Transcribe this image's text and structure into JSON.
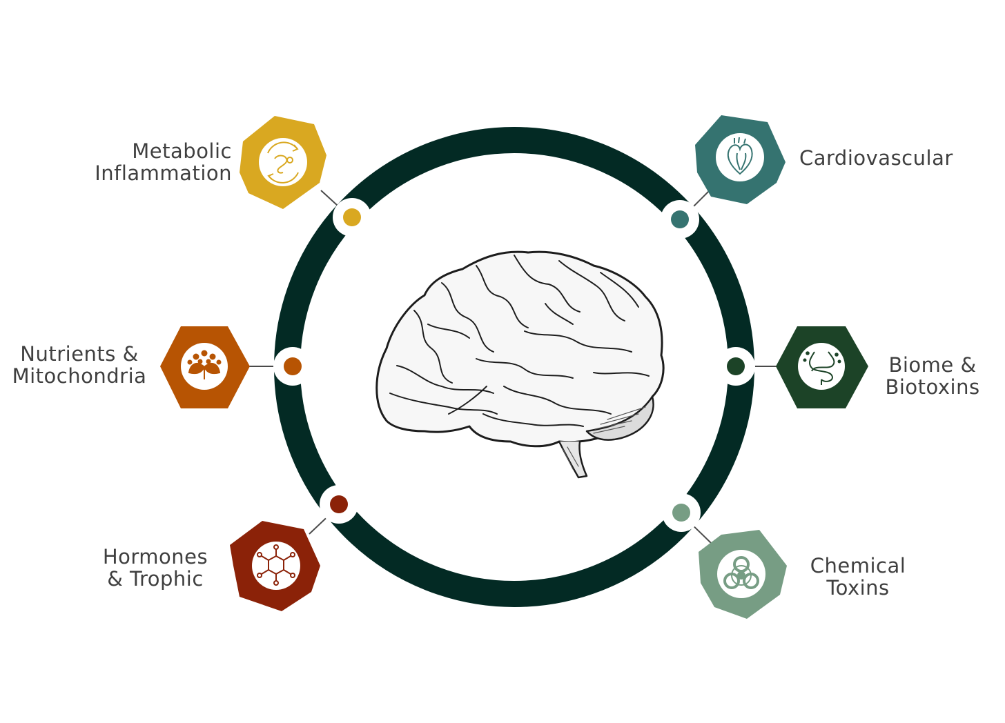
{
  "diagram": {
    "center": {
      "image": "brain-illustration"
    },
    "ring_color": "#032a24",
    "nodes": [
      {
        "key": "metabolic",
        "lines": [
          "Metabolic",
          "Inflammation"
        ],
        "color": "#d9a821",
        "icon": "digestive-cycle-icon"
      },
      {
        "key": "nutrients",
        "lines": [
          "Nutrients &",
          "Mitochondria"
        ],
        "color": "#b75403",
        "icon": "plant-molecule-icon"
      },
      {
        "key": "hormones",
        "lines": [
          "Hormones",
          "& Trophic"
        ],
        "color": "#8b2208",
        "icon": "molecule-structure-icon"
      },
      {
        "key": "cardiovascular",
        "lines": [
          "Cardiovascular"
        ],
        "color": "#357370",
        "icon": "heart-icon"
      },
      {
        "key": "biome",
        "lines": [
          "Biome &",
          "Biotoxins"
        ],
        "color": "#1c4327",
        "icon": "intestine-icon"
      },
      {
        "key": "chemical",
        "lines": [
          "Chemical",
          "Toxins"
        ],
        "color": "#779d84",
        "icon": "biohazard-icon"
      }
    ]
  }
}
